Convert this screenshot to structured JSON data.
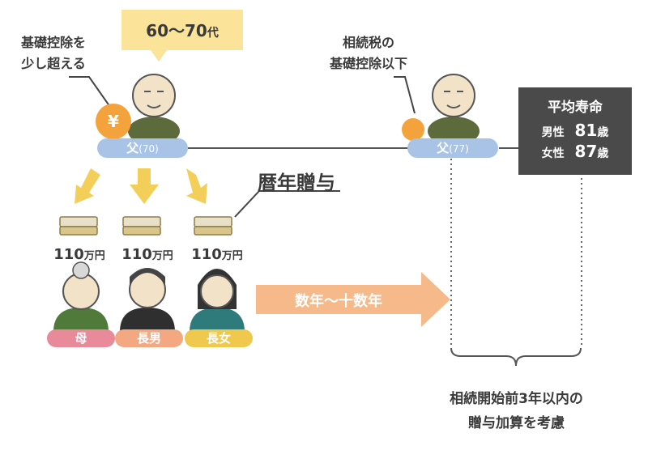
{
  "age_bubble": {
    "main": "60〜70",
    "suffix": "代"
  },
  "note_left": {
    "line1": "基礎控除を",
    "line2": "少し超える"
  },
  "note_mid": {
    "line1": "相続税の",
    "line2": "基礎控除以下"
  },
  "father_young": {
    "label": "父",
    "age": "(70)"
  },
  "father_old": {
    "label": "父",
    "age": "(77)"
  },
  "yen_symbol": "¥",
  "lifespan": {
    "title": "平均寿命",
    "male_label": "男性",
    "male_value": "81",
    "male_unit": "歳",
    "female_label": "女性",
    "female_value": "87",
    "female_unit": "歳"
  },
  "gift_label": "暦年贈与",
  "gifts": [
    {
      "amount": "110",
      "unit": "万円",
      "recipient": "母"
    },
    {
      "amount": "110",
      "unit": "万円",
      "recipient": "長男"
    },
    {
      "amount": "110",
      "unit": "万円",
      "recipient": "長女"
    }
  ],
  "period_arrow": "数年〜十数年",
  "footer": {
    "line1": "相続開始前3年以内の",
    "line2": "贈与加算を考慮"
  },
  "colors": {
    "bubble": "#fbe49a",
    "arrow_yellow": "#f3cf5a",
    "period_arrow": "#f5b98a",
    "blue_pill": "#a9c3e6",
    "lifespan_box": "#4a4a4a",
    "mother_pill": "#e88a99",
    "son_pill": "#f3a882",
    "daughter_pill": "#f0c84e"
  }
}
